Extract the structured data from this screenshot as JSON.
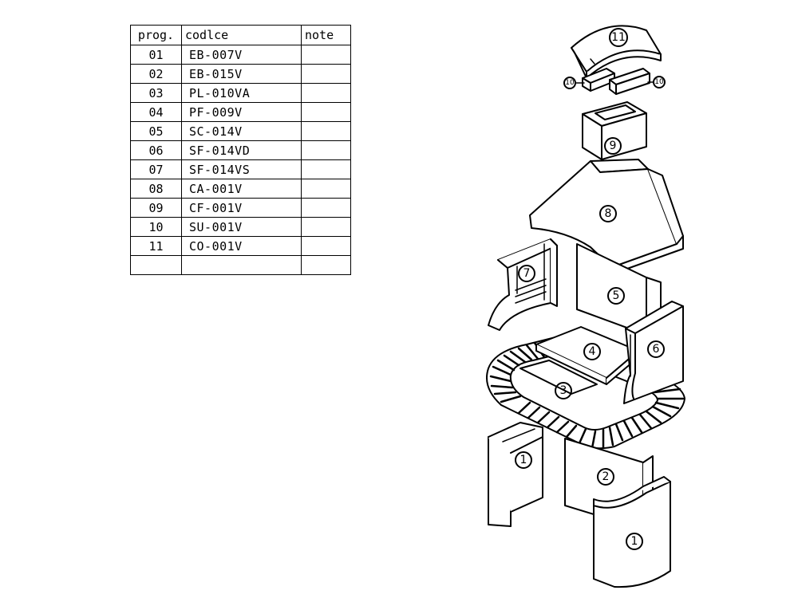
{
  "table": {
    "headers": {
      "prog": "prog.",
      "code": "codlce",
      "note": "note"
    },
    "rows": [
      {
        "prog": "01",
        "code": "EB-007V",
        "note": ""
      },
      {
        "prog": "02",
        "code": "EB-015V",
        "note": ""
      },
      {
        "prog": "03",
        "code": "PL-010VA",
        "note": ""
      },
      {
        "prog": "04",
        "code": "PF-009V",
        "note": ""
      },
      {
        "prog": "05",
        "code": "SC-014V",
        "note": ""
      },
      {
        "prog": "06",
        "code": "SF-014VD",
        "note": ""
      },
      {
        "prog": "07",
        "code": "SF-014VS",
        "note": ""
      },
      {
        "prog": "08",
        "code": "CA-001V",
        "note": ""
      },
      {
        "prog": "09",
        "code": "CF-001V",
        "note": ""
      },
      {
        "prog": "10",
        "code": "SU-001V",
        "note": ""
      },
      {
        "prog": "11",
        "code": "CO-001V",
        "note": ""
      },
      {
        "prog": "",
        "code": "",
        "note": ""
      }
    ]
  },
  "diagram": {
    "callouts": {
      "part_1_left": "1",
      "part_1_front": "1",
      "part_2": "2",
      "part_3": "3",
      "part_4": "4",
      "part_5": "5",
      "part_6": "6",
      "part_7": "7",
      "part_8": "8",
      "part_9": "9",
      "part_10_left": "10",
      "part_10_right": "10",
      "part_11": "11"
    }
  }
}
